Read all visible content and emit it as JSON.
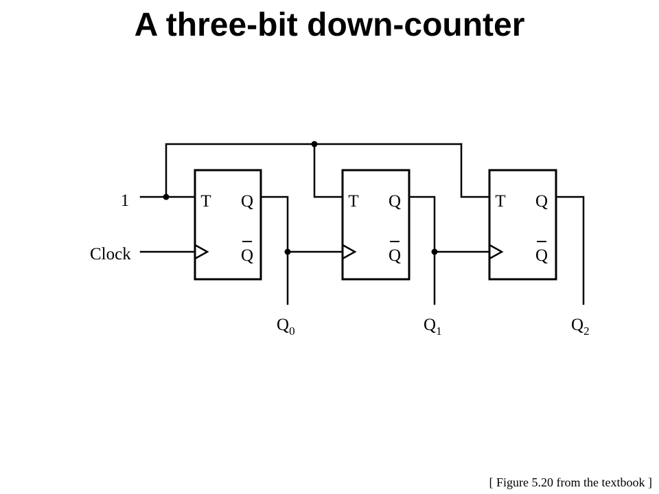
{
  "title": "A three-bit down-counter",
  "caption": "[ Figure 5.20 from the textbook ]",
  "colors": {
    "background": "#ffffff",
    "ink": "#000000"
  },
  "diagram": {
    "input_t": "1",
    "input_clock": "Clock",
    "flip_flops": [
      {
        "t": "T",
        "q": "Q",
        "q_bar": "Q"
      },
      {
        "t": "T",
        "q": "Q",
        "q_bar": "Q"
      },
      {
        "t": "T",
        "q": "Q",
        "q_bar": "Q"
      }
    ],
    "outputs": [
      {
        "base": "Q",
        "sub": "0"
      },
      {
        "base": "Q",
        "sub": "1"
      },
      {
        "base": "Q",
        "sub": "2"
      }
    ]
  }
}
